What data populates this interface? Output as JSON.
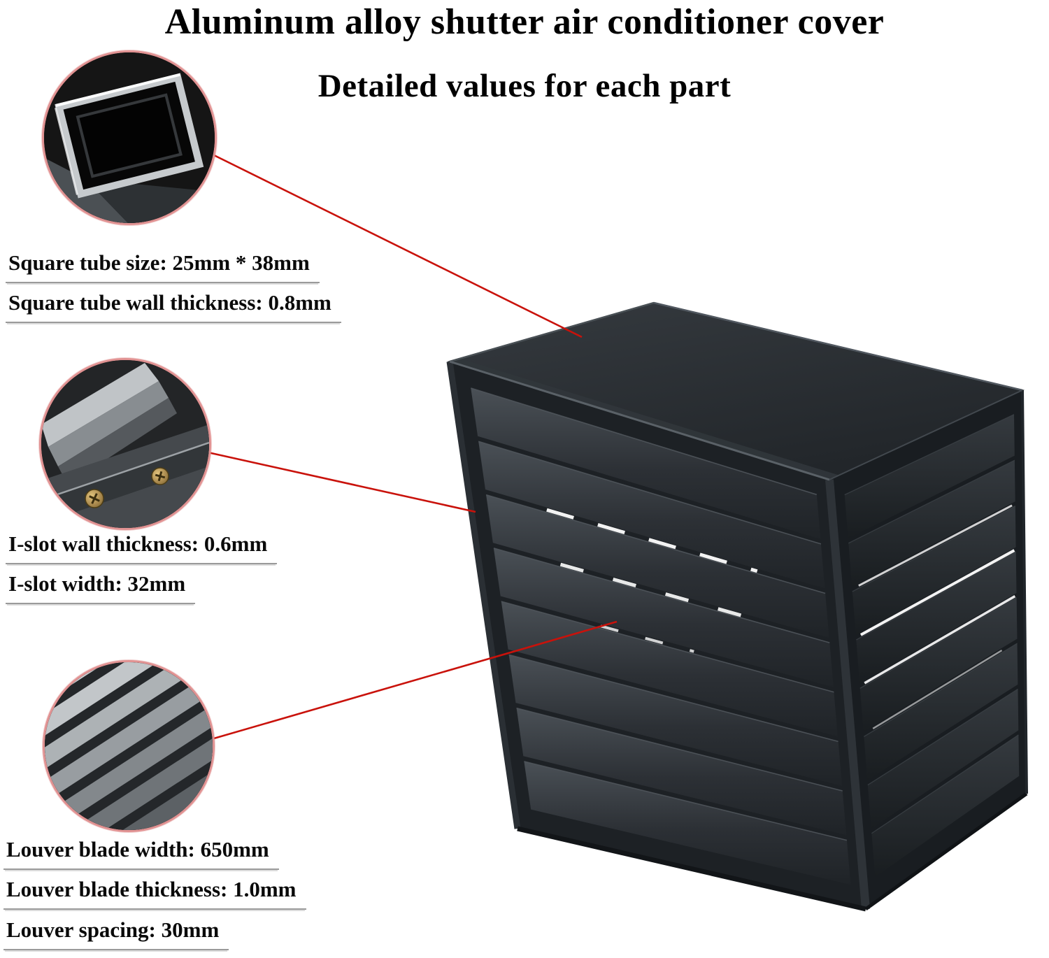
{
  "title": "Aluminum alloy shutter air conditioner cover",
  "subtitle": "Detailed values for each part",
  "callouts": {
    "square_tube": {
      "labels": [
        "Square tube size: 25mm * 38mm",
        "Square tube wall thickness: 0.8mm"
      ]
    },
    "i_slot": {
      "labels": [
        "I-slot wall thickness: 0.6mm",
        "I-slot width: 32mm"
      ]
    },
    "louver": {
      "labels": [
        "Louver blade width: 650mm",
        "Louver blade thickness: 1.0mm",
        "Louver spacing: 30mm"
      ]
    }
  },
  "colors": {
    "leader_line": "#c9120b",
    "circle_rim": "#e19292",
    "product_body": "#23272b",
    "underline": "#9a9a9a"
  }
}
